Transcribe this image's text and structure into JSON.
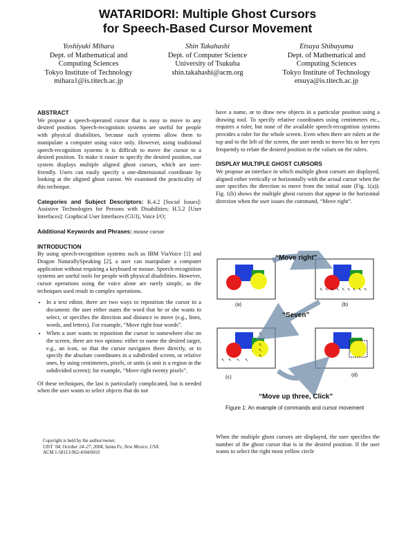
{
  "title_line1": "WATARIDORI: Multiple Ghost Cursors",
  "title_line2": "for Speech-Based Cursor Movement",
  "authors": [
    {
      "name": "Yoshiyuki Mihara",
      "lines": [
        "Dept. of Mathematical and",
        "Computing Sciences",
        "Tokyo Institute of Technology",
        "mihara1@is.titech.ac.jp"
      ]
    },
    {
      "name": "Shin Takahashi",
      "lines": [
        "Dept. of Computer Science",
        "University of Tsukuba",
        "shin.takahashi@acm.org"
      ]
    },
    {
      "name": "Etsuya Shibayama",
      "lines": [
        "Dept. of Mathematical and",
        "Computing Sciences",
        "Tokyo Institute of Technology",
        "etsuya@is.titech.ac.jp"
      ]
    }
  ],
  "abstract": {
    "heading": "ABSTRACT",
    "text": "We propose a speech-operated cursor that is easy to move to any desired position. Speech-recognition systems are useful for people with physical disabilities, because such systems allow them to manipulate a computer using voice only. However, using traditional speech-recognition systems it is difficult to move the cursor to a desired position. To make it easier to specify the desired position, our system displays multiple aligned ghost cursors, which are user-friendly. Users can easily specify a one-dimensional coordinate by looking at the aligned ghost cursor. We examined the practicality of this technique."
  },
  "categories": {
    "label": "Categories and Subject Descriptors:",
    "text": "K.4.2 [Social Issues]: Assistive Technologies for Persons with Disabilities; H.5.2 [User Interfaces]: Graphical User Interfaces (GUI), Voice I/O;"
  },
  "keywords": {
    "label": "Additional Keywords and Phrases:",
    "text": "mouse cursor"
  },
  "introduction": {
    "heading": "INTRODUCTION",
    "text": "By using speech-recognition systems such as IBM ViaVoice [1] and Dragon NaturallySpeaking [2], a user can manipulate a computer application without requiring a keyboard or mouse. Speech-recognition systems are useful tools for people with physical disabilities. However, cursor operations using the voice alone are rarely simple, as the techniques used result in complex operations.",
    "bullets": [
      "In a text editor, there are two ways to reposition the cursor in a document: the user either states the word that he or she wants to select, or specifies the direction and distance to move (e.g., lines, words, and letters). For example, “Move right four words”.",
      "When a user wants to reposition the cursor to somewhere else on the screen, there are two options: either to name the desired target, e.g., an icon, so that the cursor navigates there directly, or to specify the absolute coordinates in a subdivided screen, or relative ones, by using centimeters, pixels, or units (a unit is a region in the subdivided screen); for example, “Move right twenty pixels”."
    ],
    "text2": "Of these techniques, the last is particularly complicated, but is needed when the user wants to select objects that do not"
  },
  "right_col_top": "have a name, or to draw new objects in a particular position using a drawing tool. To specify relative coordinates using centimeters etc., requires a ruler, but none of the available speech-recognition systems provides a ruler for the whole screen. Even when there are rulers at the top and to the left of the screen, the user needs to move his or her eyes frequently to relate the desired position to the values on the rulers.",
  "display": {
    "heading": "DISPLAY MULTIPLE GHOST CURSORS",
    "text": "We propose an interface in which multiple ghost cursors are displayed, aligned either vertically or horizontally with the actual cursor when the user specifies the direction to move from the initial state (Fig. 1(a)). Fig. 1(b) shows the multiple ghost cursors that appear in the horizontal direction when the user issues the command, “Move right”."
  },
  "figure": {
    "cmd1": "“Move right”",
    "cmd2": "“Seven”",
    "cmd3": "“Move up three, Click”",
    "panel_a": "(a)",
    "panel_b": "(b)",
    "panel_c": "(c)",
    "panel_d": "(d)",
    "caption": "Figure 1: An example of commands and cursor movement"
  },
  "after_figure": "When the multiple ghost cursors are displayed, the user specifies the number of the ghost cursor that is in the desired position. If the user wants to select the right most yellow circle",
  "copyright": {
    "line1": "Copyright is held by the author/owner.",
    "line2": "UIST ’04, October 24–27, 2004, Santa Fe, New Mexico, USA",
    "line3": "ACM 1-58113-962-4/04/0010"
  },
  "colors": {
    "blue": "#1f3fd8",
    "red": "#e51b1b",
    "yellow": "#f2f21a",
    "green": "#1e9a2a"
  }
}
